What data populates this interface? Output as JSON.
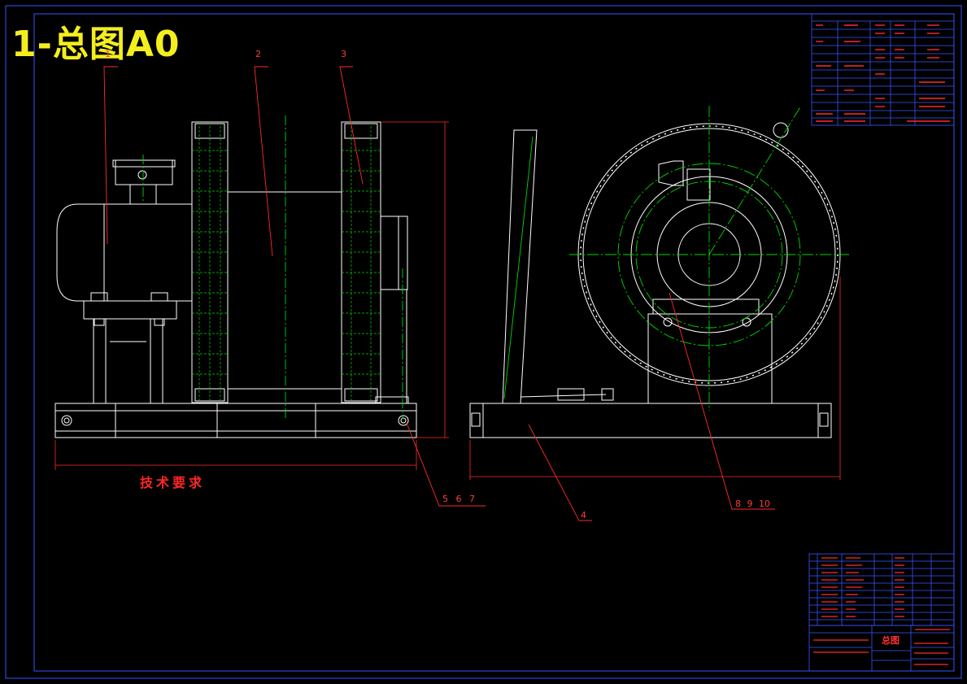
{
  "sheet": {
    "title": "1-总图A0",
    "drawing_title": "总图"
  },
  "callouts": [
    "1",
    "2",
    "3",
    "4",
    "5 6 7",
    "8 9 10"
  ],
  "technical_requirements": {
    "heading": "技术要求",
    "items": []
  },
  "colors": {
    "background": "#000000",
    "frame": "#3a54ff",
    "geometry": "#ffffff",
    "centerline": "#00d800",
    "leader": "#ff2a2a",
    "title_text": "#f4ee1e"
  }
}
